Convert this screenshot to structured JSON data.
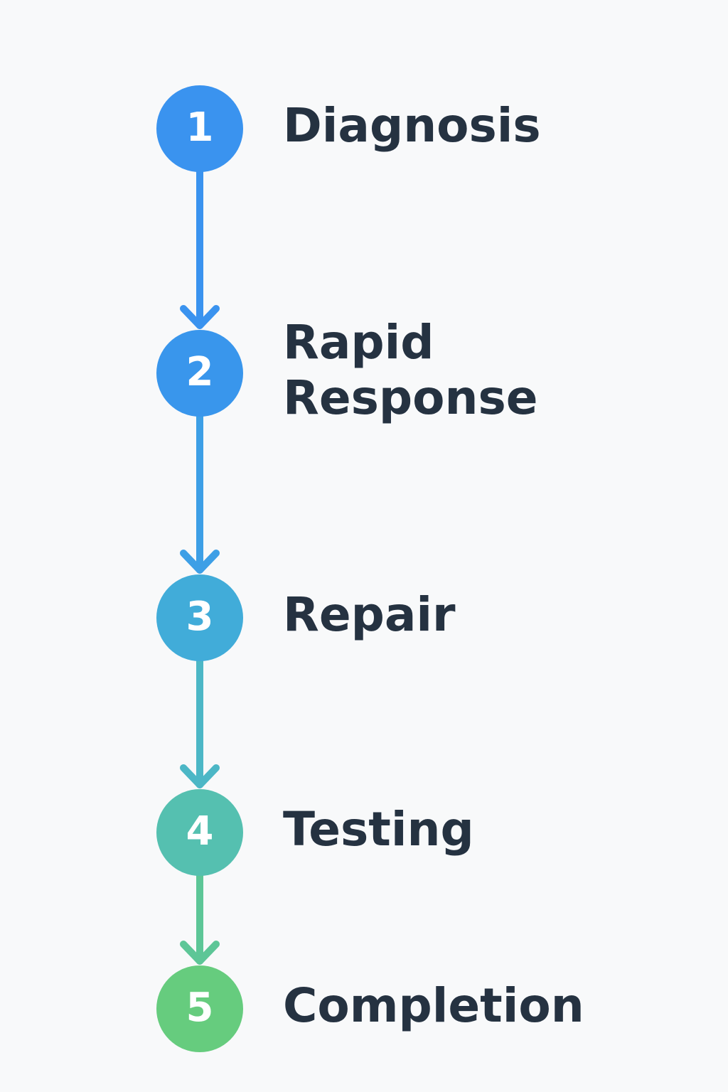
{
  "steps": [
    {
      "number": "1",
      "label_lines": [
        "Diagnosis"
      ],
      "color": "#3a93ef"
    },
    {
      "number": "2",
      "label_lines": [
        "Rapid",
        "Response"
      ],
      "color": "#3996ec"
    },
    {
      "number": "3",
      "label_lines": [
        "Repair"
      ],
      "color": "#41acd9"
    },
    {
      "number": "4",
      "label_lines": [
        "Testing"
      ],
      "color": "#55c0b0"
    },
    {
      "number": "5",
      "label_lines": [
        "Completion"
      ],
      "color": "#66cc7e"
    }
  ],
  "connectors": [
    {
      "color": "#3a93ef"
    },
    {
      "color": "#3d9fe6"
    },
    {
      "color": "#4cb7c6"
    },
    {
      "color": "#5dc697"
    }
  ],
  "colors": {
    "text": "#253241",
    "number_text": "#ffffff",
    "background": "#f8f9fa"
  }
}
